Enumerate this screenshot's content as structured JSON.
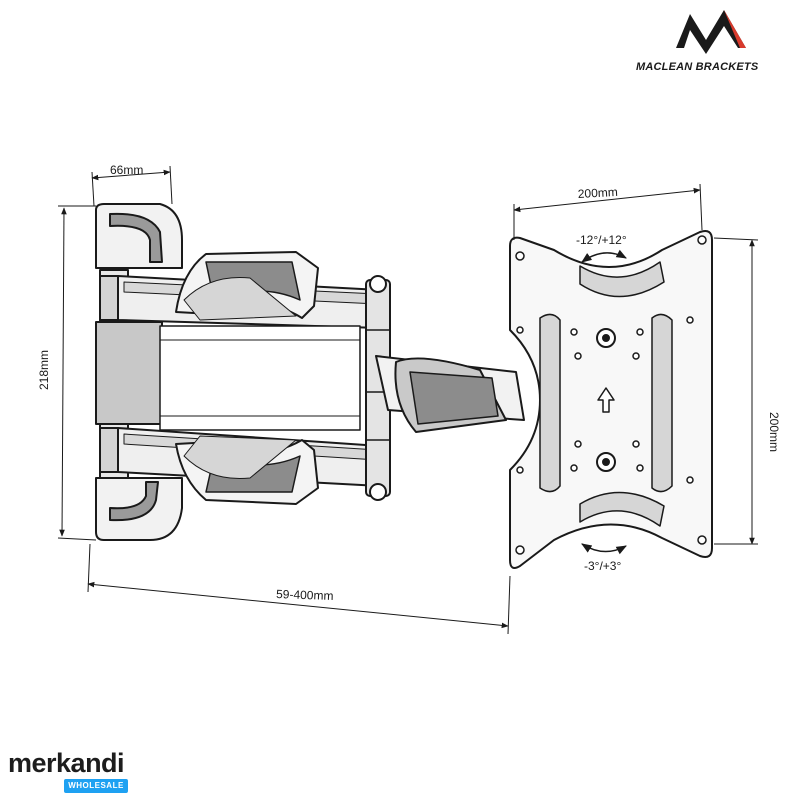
{
  "brand": {
    "name": "MACLEAN BRACKETS",
    "logo_letter": "M"
  },
  "dimensions": {
    "arm_width": "66mm",
    "height": "218mm",
    "extension": "59-400mm",
    "plate_width": "200mm",
    "plate_height": "200mm"
  },
  "tilt": {
    "vertical": "-12°/+12°",
    "rotation": "-3°/+3°"
  },
  "watermark": {
    "name": "merkandi",
    "badge": "WHOLESALE"
  },
  "colors": {
    "line": "#1a1a1a",
    "fill_light": "#f4f4f4",
    "fill_mid": "#d6d6d6",
    "fill_dark": "#8c8c8c",
    "watermark_badge": "#1ea1f2"
  }
}
